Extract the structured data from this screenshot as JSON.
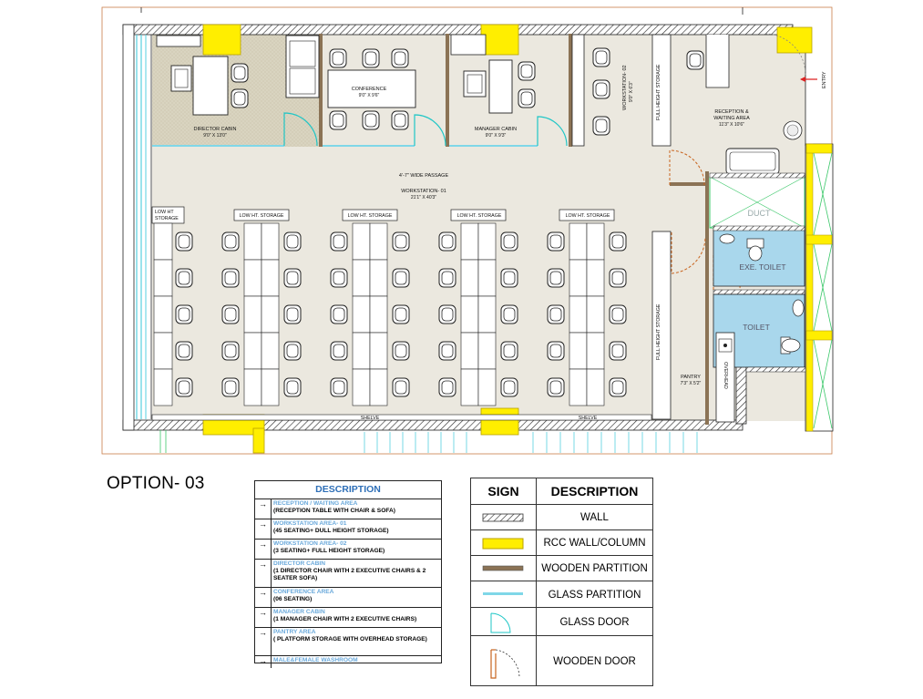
{
  "option_title": "OPTION- 03",
  "plan_labels": {
    "director_cabin": "DIRECTOR CABIN",
    "director_cabin_size": "9'0\" X 13'0\"",
    "conference": "CONFERENCE",
    "conference_size": "9'0\" X 9'6\"",
    "manager_cabin": "MANAGER CABIN",
    "manager_cabin_size": "9'0\" X 9'3\"",
    "workstation_02": "WORKSTATION- 02",
    "workstation_02_size": "9'0\" X 6'3\"",
    "full_height_storage": "FULL HEIGHT STORAGE",
    "reception": "RECEPTION &",
    "reception_2": "WAITING AREA",
    "reception_size": "11'3\" X 10'6\"",
    "entry": "ENTRY",
    "passage": "4'-7\" WIDE PASSAGE",
    "workstation_01": "WORKSTATION- 01",
    "workstation_01_size": "21'1\" X 40'3\"",
    "low_ht_storage_1": "LOW HT",
    "low_ht_storage_2": "STORAGE",
    "low_ht_storage_a": "LOW HT. STORAGE",
    "low_ht_storage_b": "LOW HT. STORAGE",
    "low_ht_storage_c": "LOW HT. STORAGE",
    "low_ht_storage_d": "LOW HT. STORAGE",
    "duct": "DUCT",
    "exe_toilet": "EXE. TOILET",
    "toilet": "TOILET",
    "pantry": "PANTRY",
    "pantry_size": "7'3\" X 5'2\"",
    "overhead": "OVERHEAD",
    "shelve_1": "SHELVE",
    "shelve_2": "SHELVE"
  },
  "description_table": {
    "header": "DESCRIPTION",
    "arrow_glyph": "→",
    "items": [
      {
        "title": "RECEPTION / WAITING AREA",
        "detail": "(RECEPTION TABLE  WITH CHAIR &  SOFA)"
      },
      {
        "title": "WORKSTATION AREA- 01",
        "detail": "(45 SEATING+ DULL HEIGHT STORAGE)"
      },
      {
        "title": "WORKSTATION AREA- 02",
        "detail": "(3 SEATING+ FULL HEIGHT STORAGE)"
      },
      {
        "title": "DIRECTOR CABIN",
        "detail": "(1 DIRECTOR CHAIR WITH 2 EXECUTIVE CHAIRS & 2 SEATER SOFA)"
      },
      {
        "title": "CONFERENCE AREA",
        "detail": "(06 SEATING)"
      },
      {
        "title": "MANAGER CABIN",
        "detail": "(1 MANAGER CHAIR WITH 2 EXECUTIVE CHAIRS)"
      },
      {
        "title": "PANTRY AREA",
        "detail": "( PLATFORM STORAGE WITH OVERHEAD STORAGE)"
      },
      {
        "title": "MALE&FEMALE WASHROOM",
        "detail": ""
      }
    ]
  },
  "legend": {
    "sign_header": "SIGN",
    "desc_header": "DESCRIPTION",
    "rows": [
      {
        "symbol": "wall-hatch",
        "label": "WALL"
      },
      {
        "symbol": "rcc-yellow",
        "label": "RCC WALL/COLUMN"
      },
      {
        "symbol": "wooden-partition",
        "label": "WOODEN PARTITION"
      },
      {
        "symbol": "glass-partition",
        "label": "GLASS PARTITION"
      },
      {
        "symbol": "glass-door",
        "label": "GLASS DOOR"
      },
      {
        "symbol": "wooden-door",
        "label": "WOODEN DOOR"
      }
    ]
  },
  "colors": {
    "rcc": "#ffee00",
    "rcc_stroke": "#b8a000",
    "wood": "#8b7355",
    "glass": "#7fd7e8",
    "glass_door": "#1fc6c6",
    "wood_door": "#c8641e",
    "floor": "#ebe8df",
    "cabin_floor": "#dcd7c4",
    "toilet_floor": "#a9d7ec",
    "title_blue": "#2e6fb7",
    "item_blue": "#6aa9db"
  }
}
